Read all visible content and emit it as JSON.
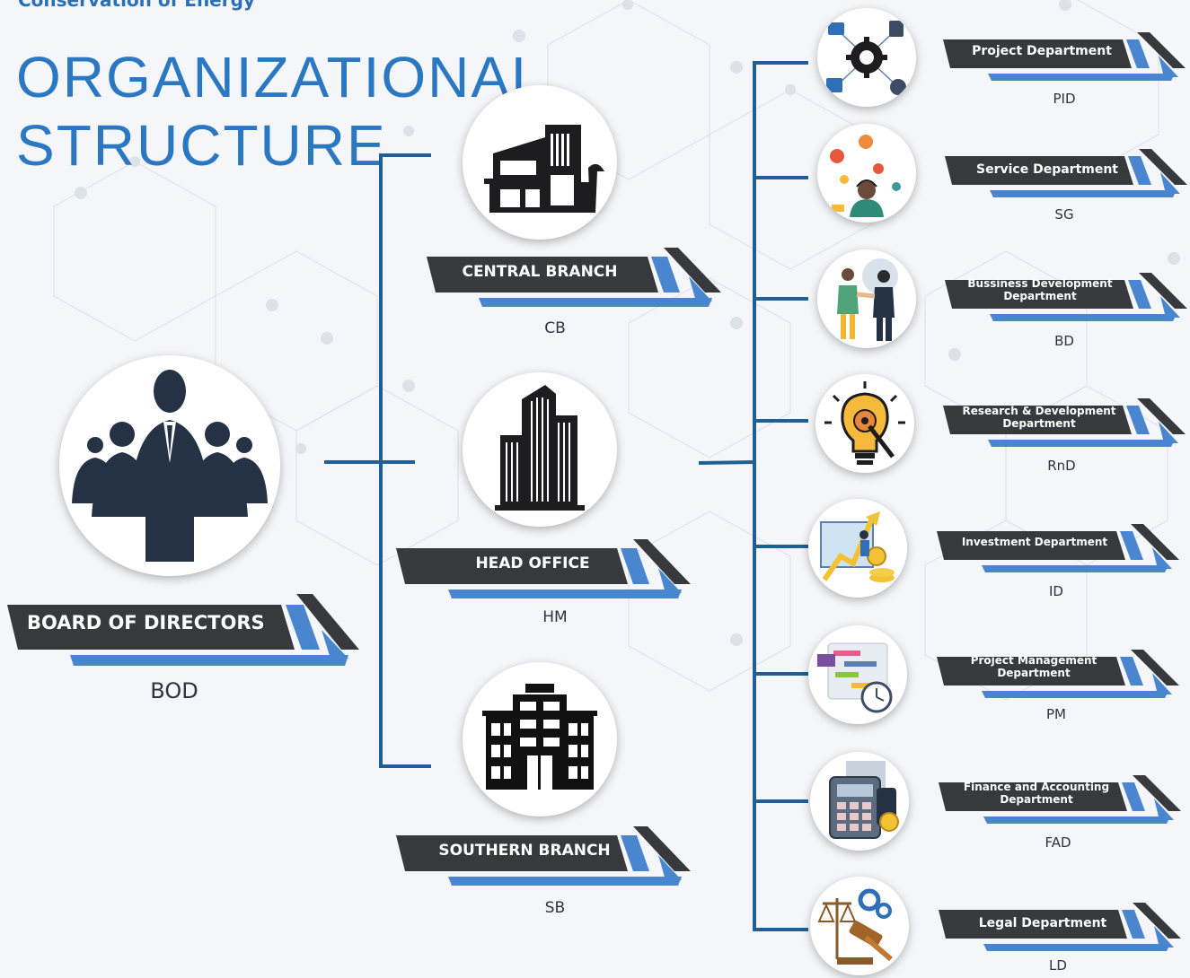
{
  "tagline": "Conservation of Energy",
  "title": {
    "line1": "ORGANIZATIONAL",
    "line2": "STRUCTURE"
  },
  "colors": {
    "accent": "#2a78c2",
    "banner": "#37393d",
    "stripe": "#4a86cf",
    "line": "#1f5f95"
  },
  "board": {
    "label": "BOARD OF DIRECTORS",
    "code": "BOD",
    "icon": "group-of-people-icon"
  },
  "branches": [
    {
      "label": "CENTRAL BRANCH",
      "code": "CB",
      "icon": "modern-building-icon"
    },
    {
      "label": "HEAD OFFICE",
      "code": "HM",
      "icon": "skyscraper-icon"
    },
    {
      "label": "SOUTHERN BRANCH",
      "code": "SB",
      "icon": "office-building-icon"
    }
  ],
  "departments": [
    {
      "label": "Project Department",
      "code": "PID",
      "icon": "gear-network-icon"
    },
    {
      "label": "Service Department",
      "code": "SG",
      "icon": "customer-service-icon"
    },
    {
      "label": "Bussiness Development Department",
      "code": "BD",
      "icon": "handshake-icon"
    },
    {
      "label": "Research & Development Department",
      "code": "RnD",
      "icon": "lightbulb-gear-icon"
    },
    {
      "label": "Investment Department",
      "code": "ID",
      "icon": "growth-chart-icon"
    },
    {
      "label": "Project Management Department",
      "code": "PM",
      "icon": "planning-clock-icon"
    },
    {
      "label": "Finance and Accounting Department",
      "code": "FAD",
      "icon": "calculator-icon"
    },
    {
      "label": "Legal Department",
      "code": "LD",
      "icon": "gavel-scales-icon"
    }
  ]
}
